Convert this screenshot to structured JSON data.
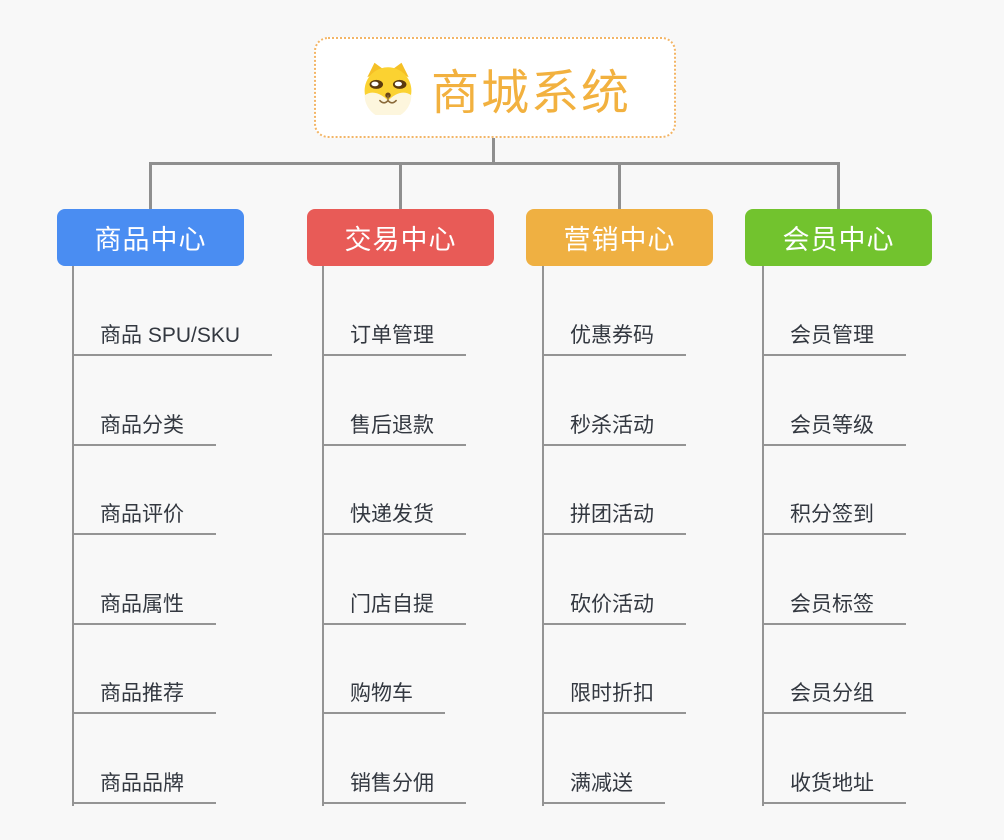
{
  "root": {
    "title": "商城系统",
    "icon": "dog-face-icon",
    "border_color": "#f3b566",
    "text_color": "#f2b13f"
  },
  "branches": [
    {
      "label": "商品中心",
      "color": "#4a8df2",
      "items": [
        "商品 SPU/SKU",
        "商品分类",
        "商品评价",
        "商品属性",
        "商品推荐",
        "商品品牌"
      ]
    },
    {
      "label": "交易中心",
      "color": "#e85b57",
      "items": [
        "订单管理",
        "售后退款",
        "快递发货",
        "门店自提",
        "购物车",
        "销售分佣"
      ]
    },
    {
      "label": "营销中心",
      "color": "#efb042",
      "items": [
        "优惠券码",
        "秒杀活动",
        "拼团活动",
        "砍价活动",
        "限时折扣",
        "满减送"
      ]
    },
    {
      "label": "会员中心",
      "color": "#72c32e",
      "items": [
        "会员管理",
        "会员等级",
        "积分签到",
        "会员标签",
        "会员分组",
        "收货地址"
      ]
    }
  ],
  "colors": {
    "background": "#f8f8f8",
    "connector": "#8f8f8f",
    "underline": "#949494",
    "leaf_text": "#333840"
  }
}
